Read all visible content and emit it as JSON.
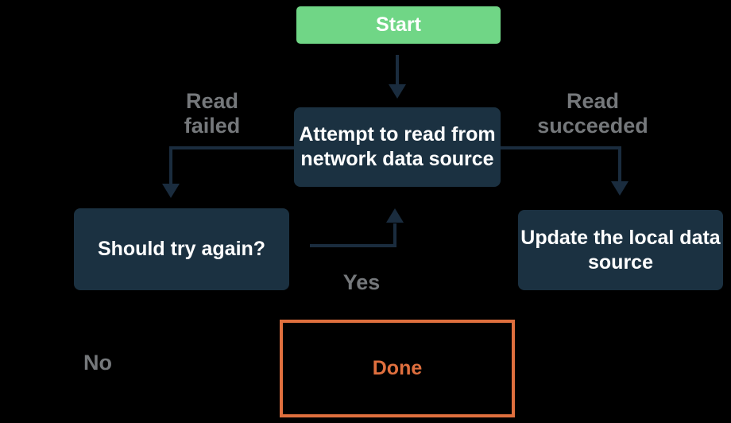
{
  "colors": {
    "background": "#000000",
    "start_fill": "#70d686",
    "node_fill": "#1b3141",
    "node_text": "#ffffff",
    "arrow": "#1a2c3e",
    "label_text": "#75787b",
    "done_accent": "#df6f3e"
  },
  "nodes": {
    "start": {
      "label": "Start"
    },
    "attempt": {
      "line1": "Attempt to read from",
      "line2": "network data source"
    },
    "should": {
      "label": "Should try again?"
    },
    "update": {
      "line1": "Update the local data",
      "line2": "source"
    },
    "done": {
      "label": "Done"
    }
  },
  "edge_labels": {
    "read_failed": {
      "line1": "Read",
      "line2": "failed"
    },
    "read_succeeded": {
      "line1": "Read",
      "line2": "succeeded"
    },
    "yes": "Yes",
    "no": "No"
  }
}
